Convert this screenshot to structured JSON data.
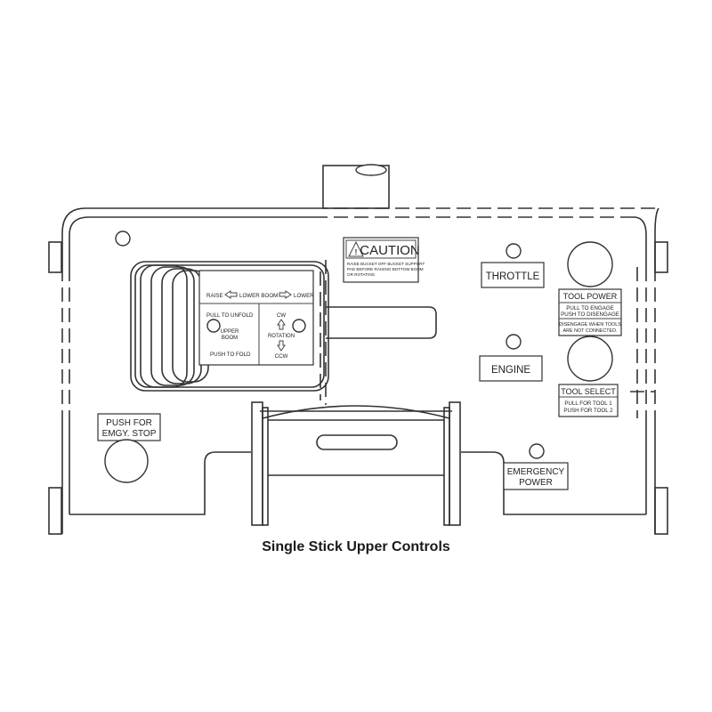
{
  "caption": "Single Stick Upper Controls",
  "caution_decal": {
    "title": "CAUTION",
    "lines": [
      "RAISE BUCKET OFF BUCKET SUPPORT",
      "PAD BEFORE RAISING BOTTOM BOOM",
      "OR ROTATING"
    ]
  },
  "joystick_panel": {
    "top_row": [
      "RAISE",
      "LOWER BOOM",
      "LOWER"
    ],
    "left": [
      "PULL TO UNFOLD",
      "UPPER",
      "BOOM",
      "PUSH TO FOLD"
    ],
    "right": [
      "CW",
      "ROTATION",
      "CCW"
    ]
  },
  "labels": {
    "throttle": "THROTTLE",
    "engine": "ENGINE",
    "tool_power": {
      "title": "TOOL POWER",
      "lines": [
        "PULL TO ENGAGE",
        "PUSH TO DISENGAGE"
      ],
      "warning": [
        "DISENGAGE WHEN TOOLS",
        "ARE NOT CONNECTED."
      ]
    },
    "tool_select": {
      "title": "TOOL SELECT",
      "lines": [
        "PULL FOR TOOL 1",
        "PUSH FOR TOOL 2"
      ]
    },
    "emergency_power": [
      "EMERGENCY",
      "POWER"
    ],
    "emgy_stop": [
      "PUSH FOR",
      "EMGY. STOP"
    ]
  },
  "icons": {
    "caution": "caution-triangle-icon",
    "arrows": [
      "arrow-left-icon",
      "arrow-right-icon",
      "arrow-up-icon",
      "arrow-down-icon"
    ]
  }
}
